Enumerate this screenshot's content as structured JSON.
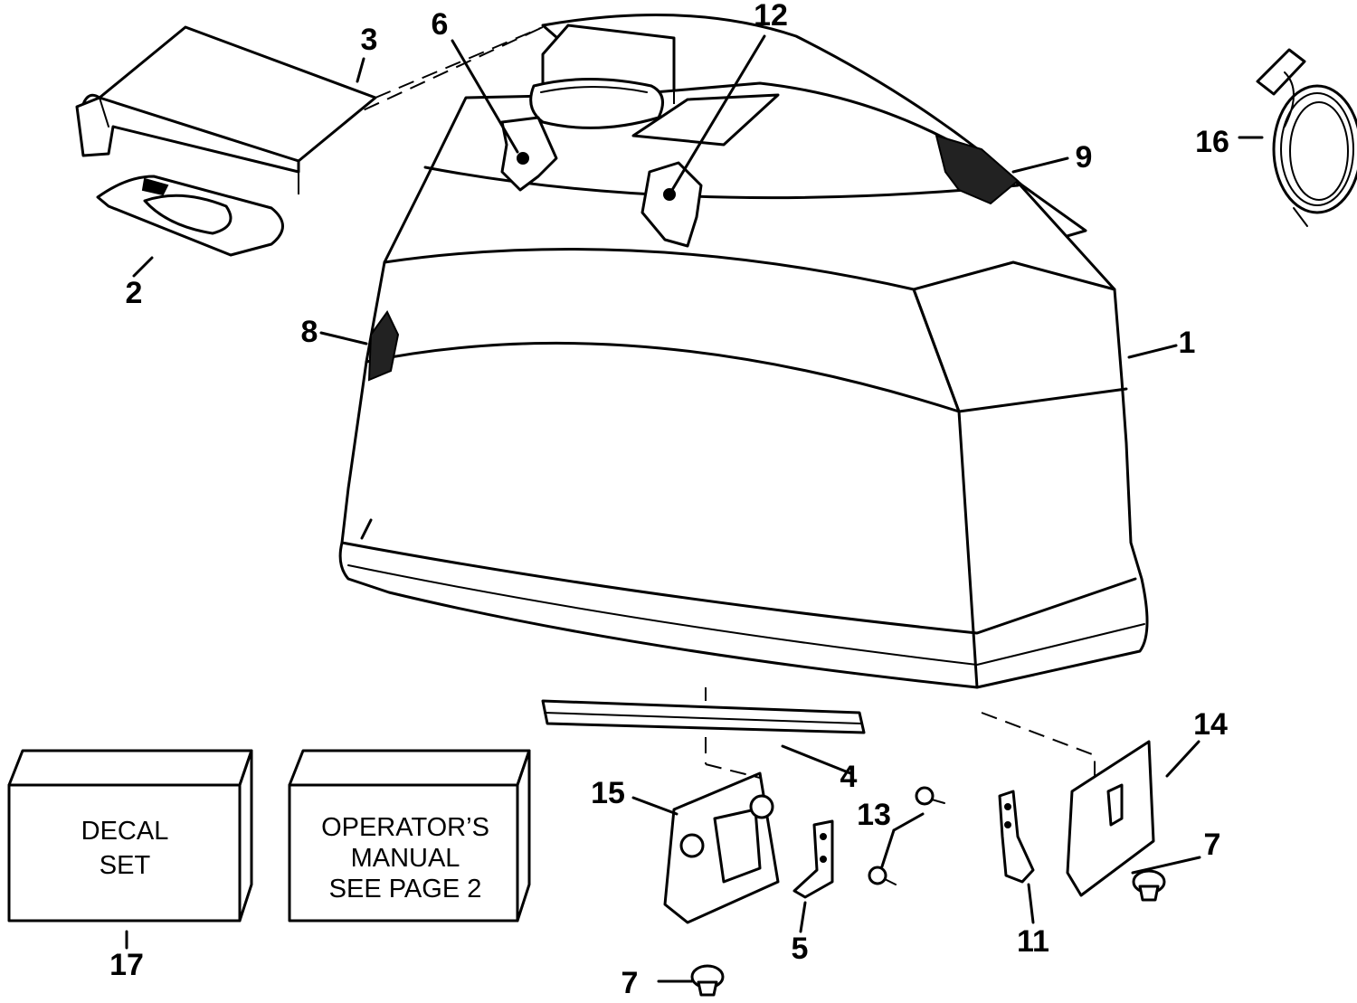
{
  "callouts": {
    "c1": "1",
    "c2": "2",
    "c3": "3",
    "c4": "4",
    "c5": "5",
    "c6": "6",
    "c7a": "7",
    "c7b": "7",
    "c8": "8",
    "c9": "9",
    "c11": "11",
    "c12": "12",
    "c13": "13",
    "c14": "14",
    "c15": "15",
    "c16": "16",
    "c17": "17"
  },
  "decal_box": {
    "line1": "DECAL",
    "line2": "SET"
  },
  "manual_box": {
    "line1": "OPERATOR’S",
    "line2": "MANUAL",
    "line3": "SEE PAGE 2"
  }
}
